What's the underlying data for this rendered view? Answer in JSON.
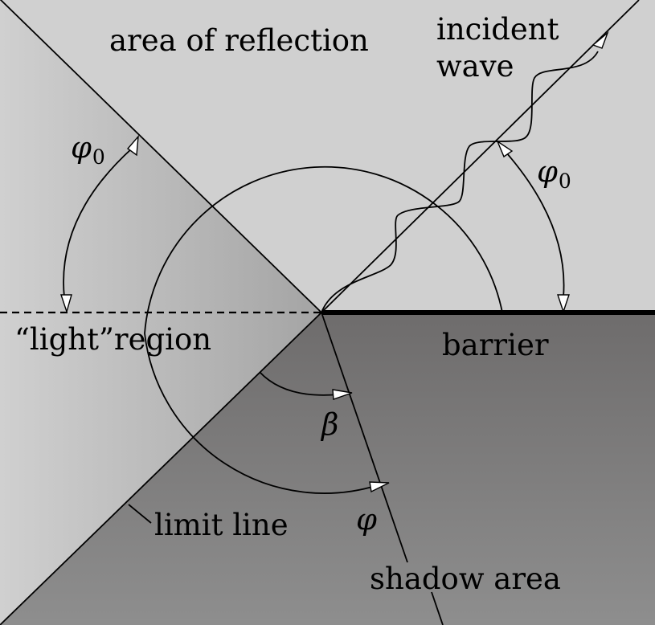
{
  "labels": {
    "area_of_reflection": "area of reflection",
    "incident_line1": "incident",
    "incident_line2": "wave",
    "light_region": "“light”region",
    "barrier": "barrier",
    "limit_line": "limit line",
    "shadow_area": "shadow area"
  },
  "symbols": {
    "phi0_left": {
      "base": "φ",
      "sub": "0"
    },
    "phi0_right": {
      "base": "φ",
      "sub": "0"
    },
    "beta": "β",
    "phi": "φ"
  },
  "colors": {
    "line": "#000000",
    "arrowhead_fill": "#ffffff",
    "reflection_region": "#d0d0d0",
    "shadow_region_top": "#6e6c6c",
    "shadow_region_bottom": "#8e8e8e",
    "light_region_outer": "#d0d0d0",
    "light_region_inner": "#a4a4a4"
  }
}
